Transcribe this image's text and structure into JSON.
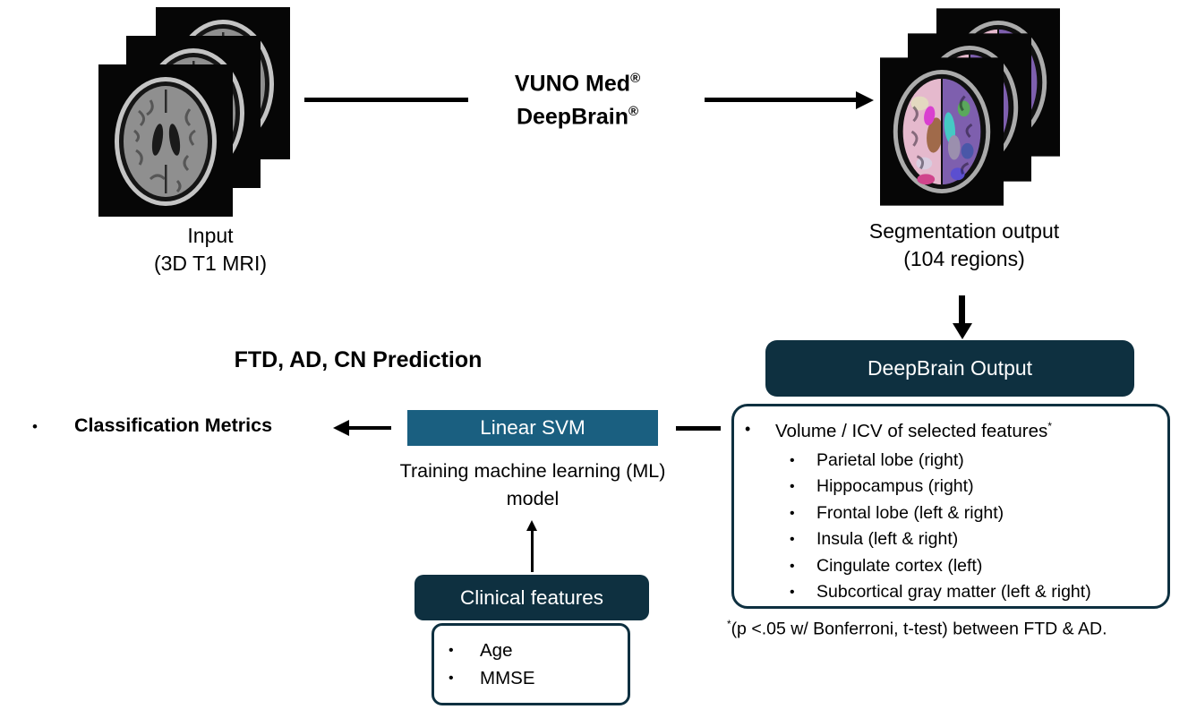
{
  "colors": {
    "dark_navy": "#0e3040",
    "teal": "#1a5f80",
    "arrow": "#000000"
  },
  "input": {
    "label_line1": "Input",
    "label_line2": "(3D T1 MRI)"
  },
  "processor": {
    "line1": "VUNO Med",
    "line2": "DeepBrain",
    "reg_mark": "®"
  },
  "segmentation": {
    "label_line1": "Segmentation output",
    "label_line2": "(104 regions)"
  },
  "deepbrain_output": {
    "title": "DeepBrain Output"
  },
  "features_panel": {
    "bullet": "•",
    "header": "Volume / ICV of selected features",
    "header_marker": "*",
    "items": [
      "Parietal lobe (right)",
      "Hippocampus (right)",
      "Frontal lobe (left & right)",
      "Insula (left & right)",
      "Cingulate cortex (left)",
      "Subcortical gray matter (left & right)"
    ]
  },
  "footnote": {
    "marker": "*",
    "text": "(p <.05 w/ Bonferroni, t-test) between FTD & AD."
  },
  "prediction": {
    "title": "FTD, AD, CN Prediction"
  },
  "classification": {
    "bullet": "•",
    "label": "Classification Metrics"
  },
  "svm": {
    "label": "Linear SVM"
  },
  "training": {
    "line1": "Training machine learning (ML)",
    "line2": "model"
  },
  "clinical": {
    "title": "Clinical features",
    "bullet": "•",
    "items": [
      "Age",
      "MMSE"
    ]
  }
}
